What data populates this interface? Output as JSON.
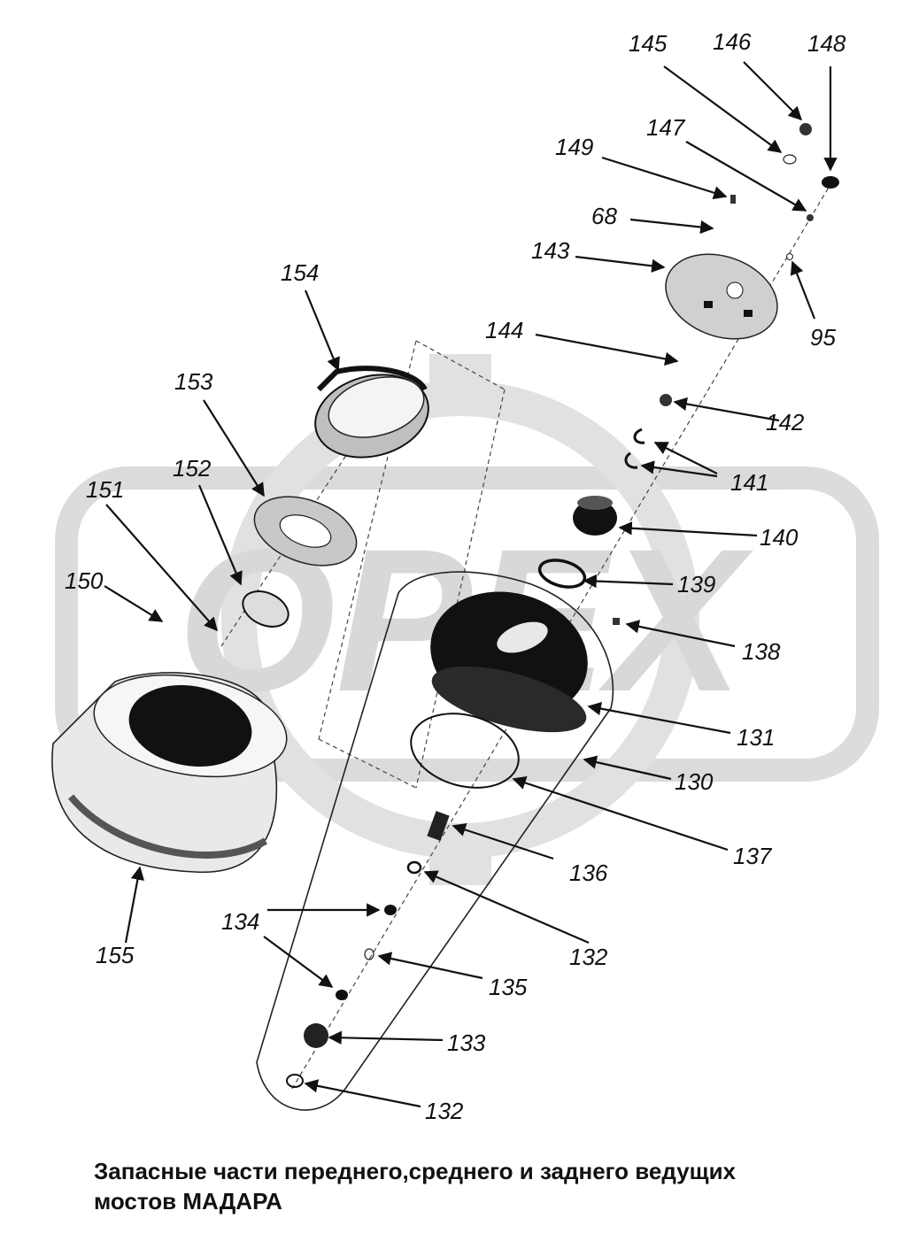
{
  "watermark": {
    "text": "OPEX",
    "color": "#d4d4d4"
  },
  "parts": {
    "p145": "145",
    "p146": "146",
    "p148": "148",
    "p147": "147",
    "p149": "149",
    "p68": "68",
    "p143": "143",
    "p95": "95",
    "p154": "154",
    "p144": "144",
    "p142": "142",
    "p153": "153",
    "p141": "141",
    "p152": "152",
    "p151": "151",
    "p140": "140",
    "p150": "150",
    "p139": "139",
    "p138": "138",
    "p131": "131",
    "p130": "130",
    "p137": "137",
    "p136": "136",
    "p155": "155",
    "p132a": "132",
    "p134": "134",
    "p135": "135",
    "p133": "133",
    "p132b": "132"
  },
  "caption": {
    "line1": "Запасные части переднего,среднего и заднего ведущих",
    "line2": "мостов МАДАРА"
  },
  "colors": {
    "ink": "#111111",
    "watermark": "#d4d4d4"
  }
}
